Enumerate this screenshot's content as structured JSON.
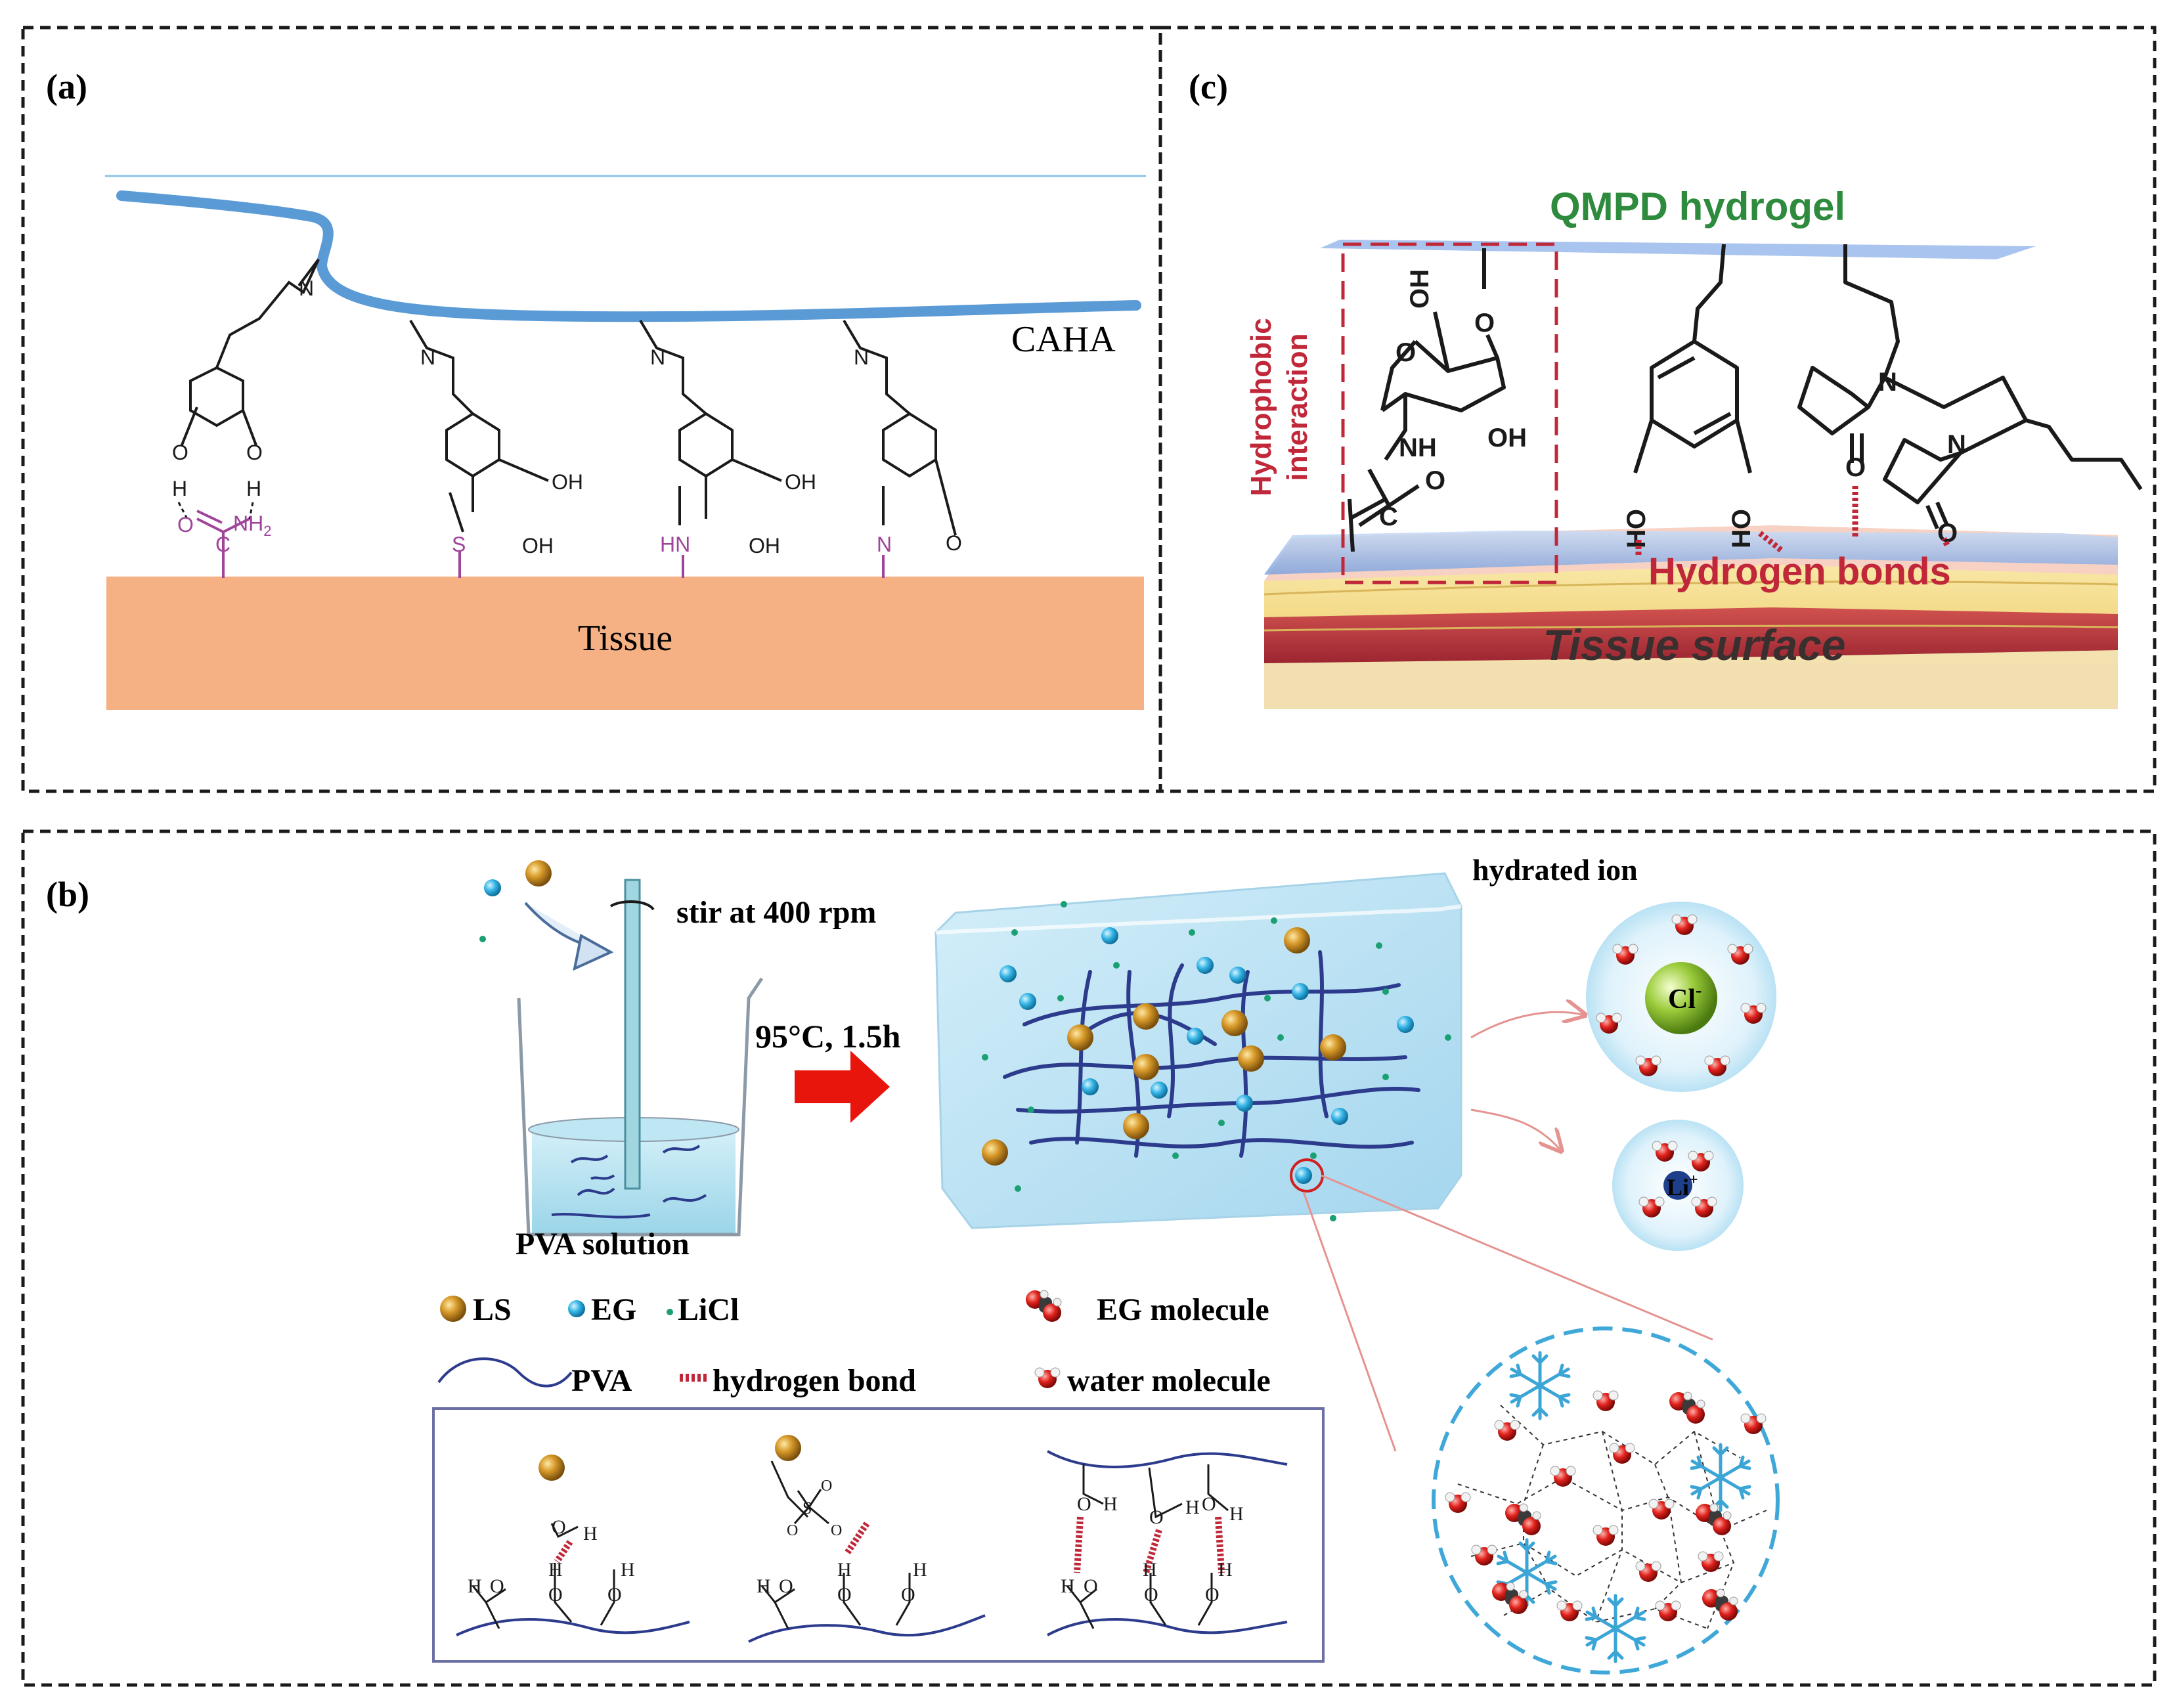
{
  "panel_a": {
    "label": "(a)",
    "polymer_label": "CAHA",
    "tissue_label": "Tissue",
    "chem": {
      "o": "O",
      "h": "H",
      "n": "N",
      "nh2": "NH",
      "nh2_sub": "2",
      "c": "C",
      "s": "S",
      "hn": "HN",
      "oh": "OH"
    }
  },
  "panel_c": {
    "label": "(c)",
    "title": "QMPD hydrogel",
    "side_label_1": "Hydrophobic",
    "side_label_2": "interaction",
    "hbond_label": "Hydrogen bonds",
    "surface_label": "Tissue surface",
    "chem": {
      "oh": "OH",
      "ho": "HO",
      "o": "O",
      "nh": "NH",
      "n": "N",
      "c": "C"
    }
  },
  "panel_b": {
    "label": "(b)",
    "stir_label": "stir at 400 rpm",
    "beaker_label": "PVA solution",
    "condition_label": "95°C, 1.5h",
    "hydrated_title": "hydrated ion",
    "cl_label": "Cl",
    "cl_sup": "-",
    "li_label": "Li",
    "li_sup": "+",
    "legend": {
      "ls": "LS",
      "eg": "EG",
      "licl": "LiCl",
      "pva": "PVA",
      "hbond": "hydrogen bond",
      "eg_molecule": "EG molecule",
      "water_molecule": "water molecule"
    },
    "chem": {
      "o": "O",
      "h": "H",
      "s": "S"
    }
  },
  "colors": {
    "polymer_blue": "#5b9bd5",
    "tissue_orange": "#f5b183",
    "purple_chem": "#a0449a",
    "qmpd_green": "#2e8b3e",
    "hbond_red": "#c0283a",
    "arrow_red": "#e8150d",
    "ls_gold": "#c8891d",
    "eg_cyan": "#29a9d8",
    "licl_green": "#1aa072",
    "pva_navy": "#2c3b8c"
  }
}
